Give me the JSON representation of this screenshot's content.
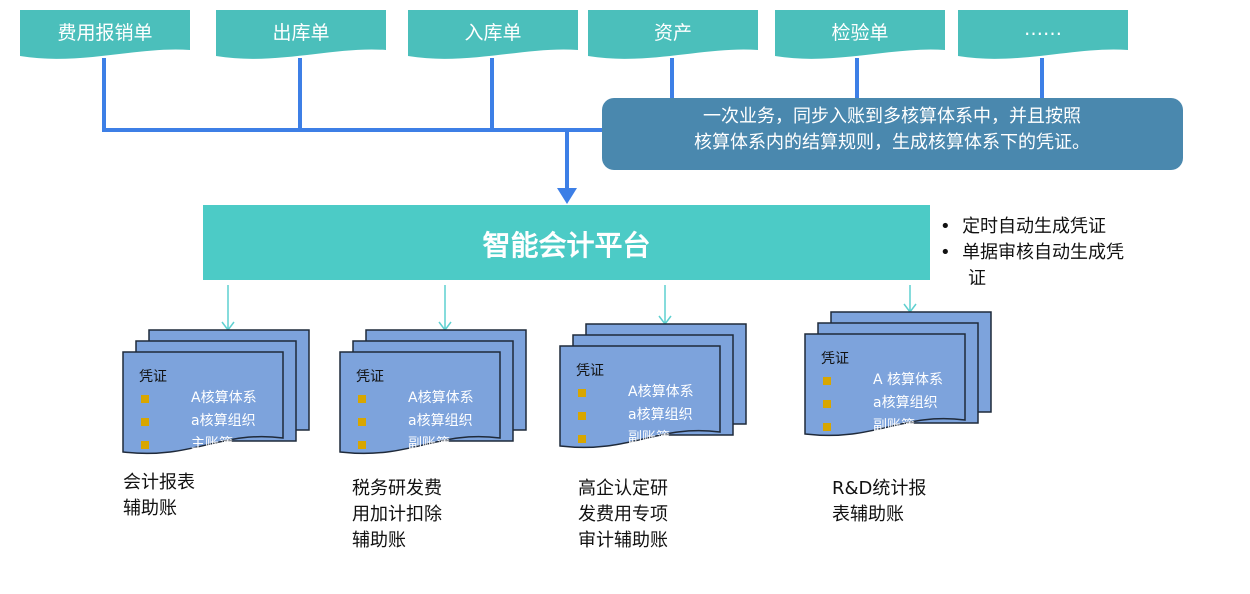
{
  "sources": [
    "费用报销单",
    "出库单",
    "入库单",
    "资产",
    "检验单",
    "……"
  ],
  "callout": {
    "line1": "一次业务，同步入账到多核算体系中，并且按照",
    "line2": "核算体系内的结算规则，生成核算体系下的凭证。"
  },
  "platform": "智能会计平台",
  "features": [
    "定时自动生成凭证",
    "单据审核自动生成凭",
    "证"
  ],
  "voucher_stacks": [
    {
      "title": "凭证",
      "items": [
        "A核算体系",
        "a核算组织",
        "主账簿"
      ],
      "label": [
        "会计报表",
        "辅助账"
      ]
    },
    {
      "title": "凭证",
      "items": [
        "A核算体系",
        "a核算组织",
        "副账簿"
      ],
      "label": [
        "税务研发费",
        "用加计扣除",
        "辅助账"
      ]
    },
    {
      "title": "凭证",
      "items": [
        "A核算体系",
        "a核算组织",
        "副账簿"
      ],
      "label": [
        "高企认定研",
        "发费用专项",
        "审计辅助账"
      ]
    },
    {
      "title": "凭证",
      "items": [
        "A 核算体系",
        "a核算组织",
        "副账簿"
      ],
      "label": [
        "R&D统计报",
        "表辅助账"
      ]
    }
  ],
  "colors": {
    "source": "#4bbfbb",
    "connector": "#3d7fe6",
    "callout": "#4a88ae",
    "platform": "#4ccbc6",
    "doc": "#7da3dc",
    "bullet": "#d8a600",
    "arrow": "#5fd0d0"
  }
}
